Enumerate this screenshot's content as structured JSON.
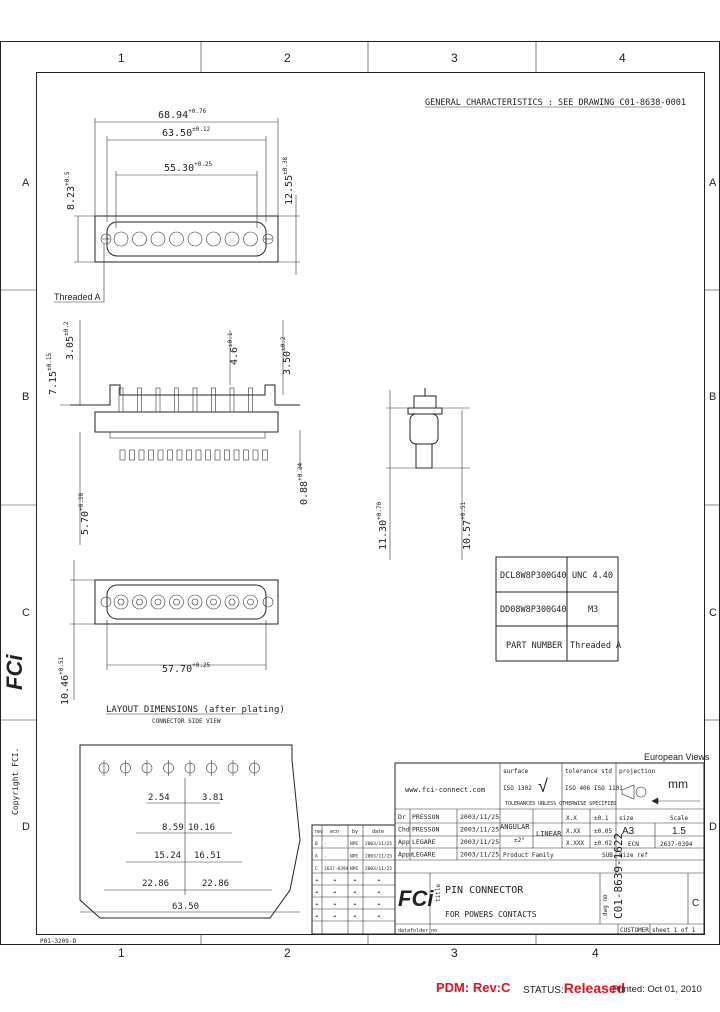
{
  "zones": {
    "cols": [
      "1",
      "2",
      "3",
      "4"
    ],
    "rows": [
      "A",
      "B",
      "C",
      "D"
    ]
  },
  "header_note": "GENERAL CHARACTERISTICS : SEE DRAWING C01-8638-0001",
  "dims_top": {
    "overall": "68.94",
    "overall_tol": "+0.76",
    "overall_tol2": "0",
    "mid": "63.50",
    "mid_tol": "±0.12",
    "inner": "55.30",
    "inner_tol": "+0.25",
    "inner_tol2": "0",
    "height_left": "8.23",
    "height_left_tol": "+0.5",
    "height_left_tol2": "0",
    "height_right": "12.55",
    "height_right_tol": "±0.38",
    "threaded": "Threaded A"
  },
  "dims_side": {
    "d1": "7.15",
    "d1_tol": "±0.15",
    "d2": "3.05",
    "d2_tol": "±0.2",
    "d3": "4.6",
    "d3_tol": "±0.1",
    "d4": "3.50",
    "d4_tol": "±0.2",
    "d5": "0.88",
    "d5_tol": "+0.24",
    "d5_tol2": "0",
    "d6": "5.70",
    "d6_tol": "+0.30",
    "d6_tol2": "0",
    "d7": "11.30",
    "d7_tol": "+0.70",
    "d7_tol2": "0",
    "d8": "10.57",
    "d8_tol": "+0.51",
    "d8_tol2": "0"
  },
  "dims_bottom": {
    "width": "57.70",
    "width_tol": "+0.25",
    "width_tol2": "0",
    "height": "10.46",
    "height_tol": "+0.51",
    "height_tol2": "0"
  },
  "part_table": {
    "rows": [
      {
        "part": "DCL8W8P300G40",
        "thread": "UNC 4.40"
      },
      {
        "part": "DD08W8P300G40",
        "thread": "M3"
      }
    ],
    "header": {
      "part": "PART NUMBER",
      "thread": "Threaded A"
    }
  },
  "layout": {
    "title": "LAYOUT DIMENSIONS (after plating)",
    "subtitle": "CONNECTOR SIDE VIEW",
    "dims": [
      "2.54",
      "3.81",
      "8.59",
      "10.16",
      "15.24",
      "16.51",
      "22.86",
      "22.86",
      "63.50"
    ]
  },
  "copyright": "Copyright FCI.",
  "european_views": "European Views",
  "title_block": {
    "website": "www.fci-connect.com",
    "surface_label": "surface",
    "surface_val": "ISO 1302",
    "tolerance_label": "tolerance std",
    "tolerance_val": "ISO 406  ISO 1101",
    "tol_note": "TOLERANCES UNLESS OTHERWISE SPECIFIED",
    "projection": "projection",
    "unit": "mm",
    "angular": "ANGULAR",
    "linear": "LINEAR",
    "size": "A3",
    "scale_label": "Scale",
    "scale": "1.5",
    "ecn_label": "ECN",
    "ecn": "2637-0394",
    "sub_label": "SUB",
    "size_ref": "Size ref",
    "tol_rows": [
      "±0.1",
      "±0.05",
      "±0.02"
    ],
    "tol_hdr": [
      "X.X",
      "X.XX",
      "X.XXX"
    ],
    "angle_tol": "±2°",
    "product_family": "Product Family",
    "title_label": "title",
    "title1": "PIN CONNECTOR",
    "title2": "FOR POWERS CONTACTS",
    "dwg_label": "dwg no",
    "dwg_no": "C01-8639-1622",
    "rev": "C",
    "customer": "CUSTOMER",
    "sheet": "sheet 1 of 1",
    "datafolder": "datafolder no",
    "signoffs": [
      {
        "role": "Dr",
        "name": "PRESSON",
        "date": "2003/11/25"
      },
      {
        "role": "Chd",
        "name": "PRESSON",
        "date": "2003/11/25"
      },
      {
        "role": "App",
        "name": "LEGARE",
        "date": "2003/11/25"
      },
      {
        "role": "Appr",
        "name": "LEGARE",
        "date": "2003/11/25"
      }
    ],
    "rev_hdr": [
      "rev",
      "ecn",
      "by",
      "date"
    ],
    "revs": [
      {
        "rev": "B",
        "ecn": "-",
        "by": "NPE",
        "date": "2003/11/25"
      },
      {
        "rev": "A",
        "ecn": "-",
        "by": "NPE",
        "date": "2003/11/25"
      },
      {
        "rev": "C",
        "ecn": "2637-0394",
        "by": "NPE",
        "date": "2003/11/25"
      }
    ],
    "form": "P01-3209-D"
  },
  "footer": {
    "pdm_label": "PDM: Rev:",
    "pdm_rev": "C",
    "status_label": "STATUS:",
    "status": "Released",
    "printed": "Printed: Oct 01, 2010"
  }
}
